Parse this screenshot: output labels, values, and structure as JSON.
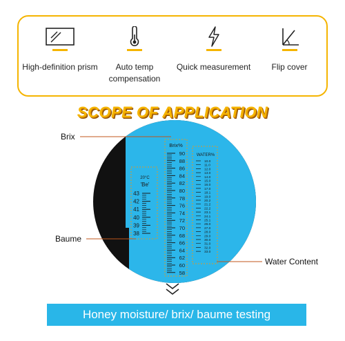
{
  "features": [
    {
      "label": "High-definition prism",
      "icon": "prism-icon"
    },
    {
      "label": "Auto temp compensation",
      "icon": "thermometer-icon"
    },
    {
      "label": "Quick measurement",
      "icon": "lightning-icon"
    },
    {
      "label": "Flip cover",
      "icon": "flip-cover-icon"
    }
  ],
  "scope_title": "SCOPE OF APPLICATION",
  "callouts": {
    "brix": "Brix",
    "baume": "Baume",
    "water": "Water Content"
  },
  "scale": {
    "baume_header_temp": "20°C",
    "baume_header_unit": "'Be'",
    "baume_values": [
      "43",
      "42",
      "41",
      "40",
      "39",
      "38"
    ],
    "brix_header": "Brix%",
    "brix_values": [
      "90",
      "88",
      "86",
      "84",
      "82",
      "80",
      "78",
      "76",
      "74",
      "72",
      "70",
      "68",
      "66",
      "64",
      "62",
      "60",
      "58"
    ],
    "water_header": "WATER%",
    "water_values": [
      "10.0",
      "11.0",
      "12.0",
      "13.0",
      "14.0",
      "15.0",
      "16.0",
      "17.0",
      "18.1",
      "19.0",
      "20.2",
      "21.2",
      "22.2",
      "23.1",
      "24.1",
      "25.1",
      "26.0",
      "27.0",
      "28.0",
      "29.0",
      "30.0",
      "31.0",
      "32.0",
      "33.0"
    ]
  },
  "banner": "Honey moisture/ brix/ baume testing",
  "colors": {
    "accent_yellow": "#f5b400",
    "scale_blue": "#2cb6ea",
    "banner_blue": "#29b6e8"
  }
}
